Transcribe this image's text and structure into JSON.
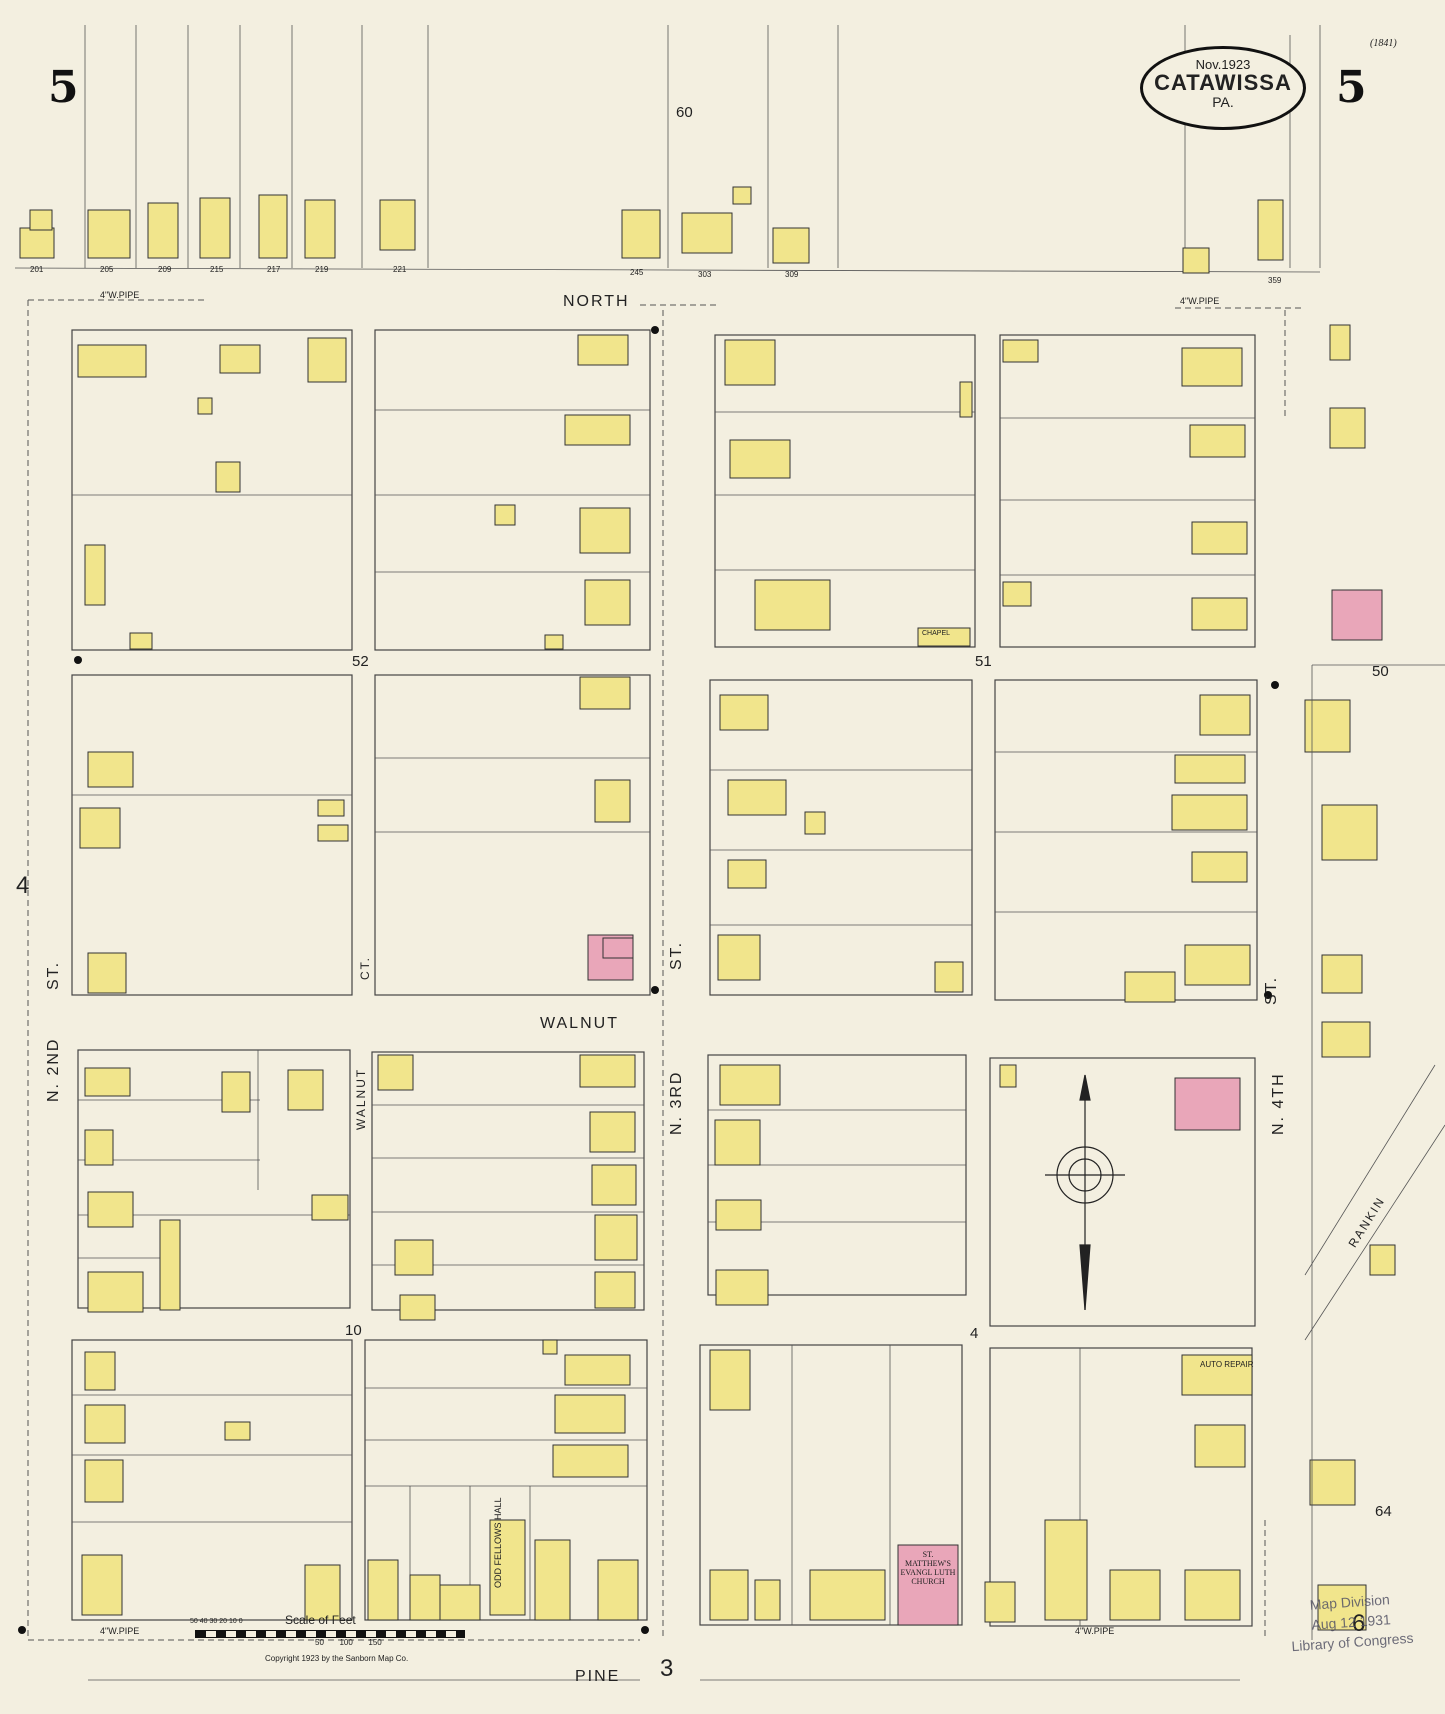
{
  "sheet": {
    "number": "5",
    "ref": "(1841)"
  },
  "seal": {
    "date": "Nov.1923",
    "city": "CATAWISSA",
    "state": "PA."
  },
  "streets": {
    "north": "NORTH",
    "walnut": "WALNUT",
    "pine": "PINE",
    "n2nd": "N. 2ND",
    "n2nd_st": "ST.",
    "n3rd": "N. 3RD",
    "n3rd_st": "ST.",
    "n4th": "N. 4TH",
    "n4th_st": "ST.",
    "walnut_ct": "WALNUT",
    "walnut_ct_ct": "CT.",
    "rankin": "RANKIN"
  },
  "blocks": [
    "60",
    "52",
    "51",
    "50",
    "4",
    "10",
    "4",
    "3",
    "64"
  ],
  "adjoining": {
    "left": "4",
    "bottom": "3",
    "right": "6"
  },
  "labels": {
    "pipe": "4\"W.PIPE",
    "church": "ST. MATTHEW'S EVANGL LUTH CHURCH",
    "hall": "ODD FELLOWS HALL",
    "auto": "AUTO REPAIR",
    "chapel": "CHAPEL"
  },
  "scale": {
    "label": "Scale of Feet",
    "ticks": [
      "50",
      "40",
      "30",
      "20",
      "10",
      "0",
      "50",
      "100",
      "150"
    ]
  },
  "copyright": "Copyright 1923 by the Sanborn Map Co.",
  "stamp": {
    "l1": "Map Division",
    "l2": "Aug 12 1931",
    "l3": "Library of Congress"
  },
  "colors": {
    "dwelling": "#f1e58c",
    "brick": "#e9a6b9",
    "line": "#333333",
    "paper": "#f3efe0"
  },
  "house_numbers_top": [
    "201",
    "205",
    "209",
    "215",
    "217",
    "219",
    "221",
    "245",
    "303",
    "309",
    "359"
  ]
}
